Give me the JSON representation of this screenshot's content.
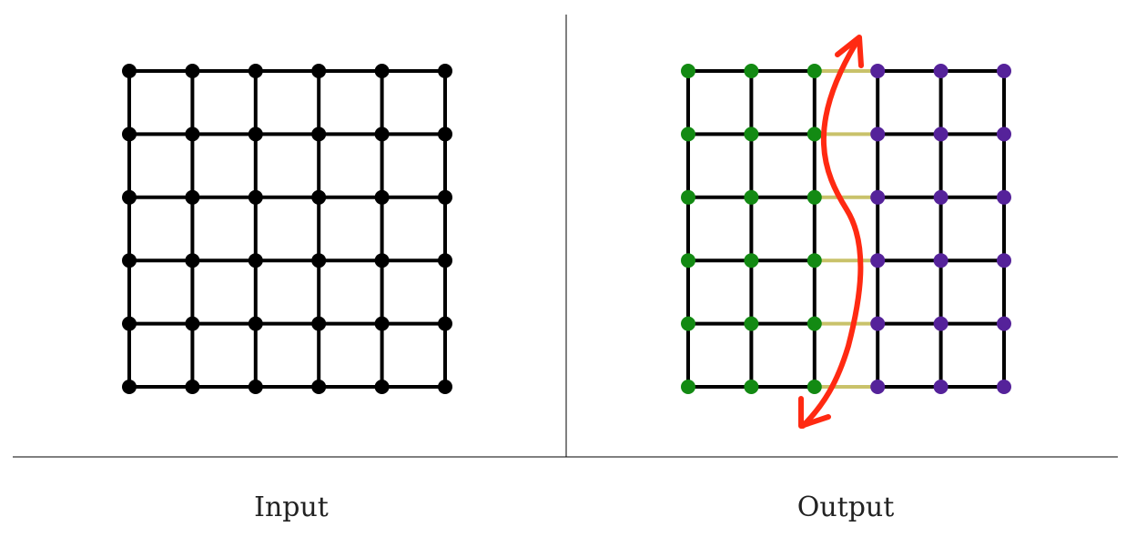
{
  "panels": {
    "input": {
      "caption": "Input"
    },
    "output": {
      "caption": "Output"
    }
  },
  "grid": {
    "rows": 6,
    "cols": 6
  },
  "colors": {
    "edge": "#000000",
    "node_input": "#000000",
    "partition_a": "#138a13",
    "partition_b": "#55229a",
    "cut_edge": "#c9c26a",
    "cut_arrow": "#ff2a12"
  }
}
